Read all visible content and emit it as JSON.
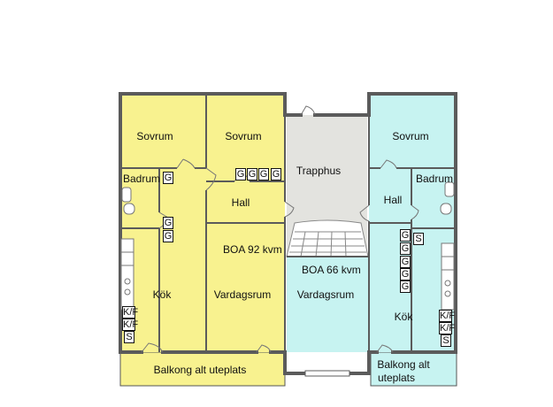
{
  "colors": {
    "apartment_left": "#f8f28f",
    "apartment_right": "#c7f3f1",
    "stairwell": "#e3e3df",
    "wall": "#5b5b5b",
    "outline": "#333333"
  },
  "rooms": {
    "left_bedroom_1": "Sovrum",
    "left_bedroom_2": "Sovrum",
    "stairwell": "Trapphus",
    "right_bedroom": "Sovrum",
    "left_bathroom": "Badrum",
    "right_bathroom": "Badrum",
    "left_hall": "Hall",
    "right_hall": "Hall",
    "left_area": "BOA 92 kvm",
    "right_area": "BOA 66 kvm",
    "left_kitchen": "Kök",
    "left_living": "Vardagsrum",
    "right_living": "Vardagsrum",
    "right_kitchen": "Kök",
    "left_balcony": "Balkong alt uteplats",
    "right_balcony_line1": "Balkong alt",
    "right_balcony_line2": "uteplats"
  },
  "markers": {
    "g": "G",
    "s": "S",
    "kf": "K/F"
  }
}
